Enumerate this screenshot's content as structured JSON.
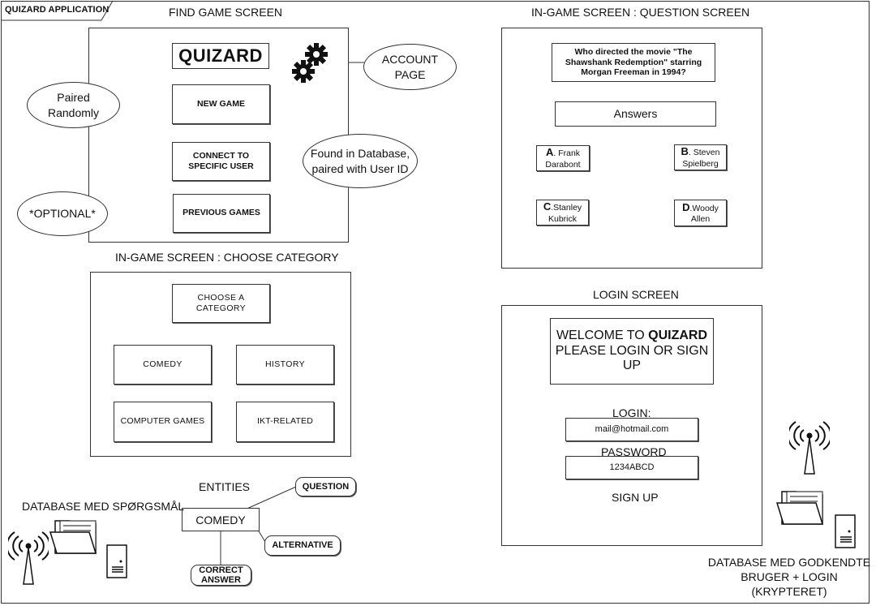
{
  "app_label": "QUIZARD APPLICATION",
  "find_game": {
    "heading": "FIND GAME SCREEN",
    "logo": "QUIZARD",
    "new_game": "NEW GAME",
    "connect_line1": "CONNECT TO",
    "connect_line2": "SPECIFIC USER",
    "previous_games": "PREVIOUS GAMES",
    "account_line1": "ACCOUNT",
    "account_line2": "PAGE",
    "paired_line1": "Paired",
    "paired_line2": "Randomly",
    "found_line1": "Found in Database,",
    "found_line2": "paired with User ID",
    "optional": "*OPTIONAL*"
  },
  "question_screen": {
    "heading": "IN-GAME SCREEN : QUESTION SCREEN",
    "question_line1": "Who directed the movie \"The",
    "question_line2": "Shawshank Redemption\" starring",
    "question_line3": "Morgan Freeman in 1994?",
    "answers_label": "Answers",
    "answers": [
      {
        "letter": "A",
        "sep": ". ",
        "line1": "Frank",
        "line2": "Darabont"
      },
      {
        "letter": "B",
        "sep": ". ",
        "line1": "Steven",
        "line2": "Spielberg"
      },
      {
        "letter": "C",
        "sep": ".",
        "line1": "Stanley",
        "line2": "Kubrick"
      },
      {
        "letter": "D",
        "sep": ".",
        "line1": "Woody",
        "line2": "Allen"
      }
    ]
  },
  "category_screen": {
    "heading": "IN-GAME SCREEN : CHOOSE CATEGORY",
    "choose_line1": "CHOOSE A",
    "choose_line2": "CATEGORY",
    "categories": [
      "COMEDY",
      "HISTORY",
      "COMPUTER GAMES",
      "IKT-RELATED"
    ]
  },
  "login_screen": {
    "heading": "LOGIN SCREEN",
    "welcome_prefix": "WELCOME TO ",
    "welcome_brand": "QUIZARD",
    "welcome_line2": "PLEASE LOGIN OR SIGN",
    "welcome_line3": "UP",
    "login_label": "LOGIN:",
    "login_value": "mail@hotmail.com",
    "password_label": "PASSWORD",
    "password_value": "1234ABCD",
    "signup": "SIGN UP"
  },
  "entities": {
    "heading": "ENTITIES",
    "center": "COMEDY",
    "question": "QUESTION",
    "alternative": "ALTERNATIVE",
    "correct_line1": "CORRECT",
    "correct_line2": "ANSWER"
  },
  "database_left": "DATABASE MED SPØRGSMÅL",
  "database_right": {
    "line1": "DATABASE MED GODKENDTE",
    "line2": "BRUGER + LOGIN",
    "line3": "(KRYPTERET)"
  }
}
